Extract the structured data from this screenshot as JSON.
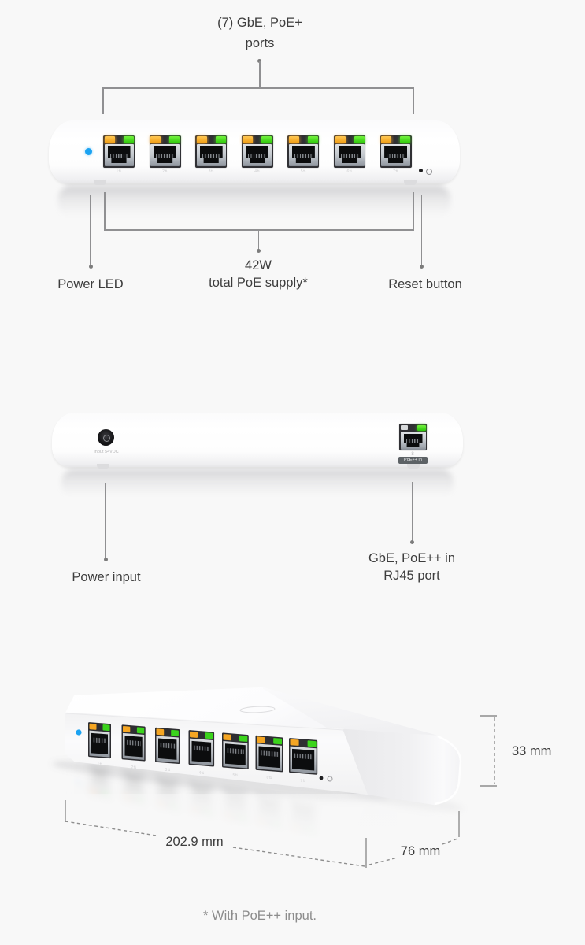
{
  "colors": {
    "background": "#f8f8f8",
    "text": "#3d3d3d",
    "muted": "#8c8c8c",
    "line": "#909092",
    "accent_blue": "#1ba3f2",
    "led_orange": "#f5a623",
    "led_green": "#3bd41c"
  },
  "front_view": {
    "ports_callout_line1": "(7) GbE, PoE+",
    "ports_callout_line2": "ports",
    "power_led_label": "Power LED",
    "poe_supply_line1": "42W",
    "poe_supply_line2": "total PoE supply*",
    "reset_label": "Reset button",
    "ports": [
      {
        "label": "1⇅"
      },
      {
        "label": "2⇅"
      },
      {
        "label": "3⇅"
      },
      {
        "label": "4⇅"
      },
      {
        "label": "5⇅"
      },
      {
        "label": "6⇅"
      },
      {
        "label": "7⇅"
      }
    ]
  },
  "back_view": {
    "power_input_label": "Power input",
    "power_jack_text": "Input 54VDC",
    "rj45_callout_line1": "GbE, PoE++ in",
    "rj45_callout_line2": "RJ45 port",
    "port_number": "8",
    "poe_badge": "PoE++ In"
  },
  "dimensions": {
    "height": "33 mm",
    "length": "202.9 mm",
    "depth": "76 mm"
  },
  "footnote": "* With PoE++ input."
}
